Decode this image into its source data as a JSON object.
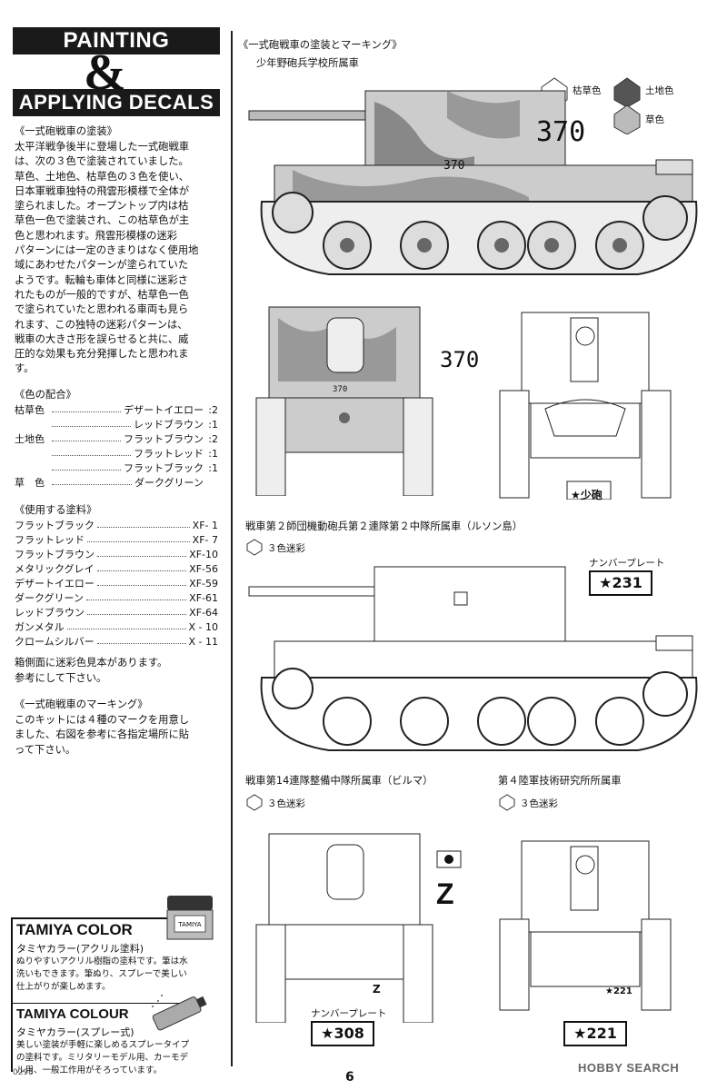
{
  "header": {
    "line1": "PAINTING",
    "amp": "&",
    "line2": "APPLYING DECALS"
  },
  "painting": {
    "heading": "《一式砲戦車の塗装》",
    "lines": [
      "太平洋戦争後半に登場した一式砲戦車",
      "は、次の３色で塗装されていました。",
      "草色、土地色、枯草色の３色を使い、",
      "日本軍戦車独特の飛雲形模様で全体が",
      "塗られました。オープントップ内は枯",
      "草色一色で塗装され、この枯草色が主",
      "色と思われます。飛雲形模様の迷彩",
      "パターンには一定のきまりはなく使用地",
      "域にあわせたパターンが塗られていた",
      "ようです。転輪も車体と同様に迷彩さ",
      "れたものが一般的ですが、枯草色一色",
      "で塗られていたと思われる車両も見ら",
      "れます、この独特の迷彩パターンは、",
      "戦車の大きさ形を誤らせると共に、威",
      "圧的な効果も充分発揮したと思われま",
      "す。"
    ]
  },
  "mix": {
    "heading": "《色の配合》",
    "rows": [
      {
        "name": "枯草色",
        "paint": "デザートイエロー",
        "ratio": ":2"
      },
      {
        "name": "",
        "paint": "レッドブラウン",
        "ratio": ":1"
      },
      {
        "name": "土地色",
        "paint": "フラットブラウン",
        "ratio": ":2"
      },
      {
        "name": "",
        "paint": "フラットレッド",
        "ratio": ":1"
      },
      {
        "name": "",
        "paint": "フラットブラック",
        "ratio": ":1"
      },
      {
        "name": "草　色",
        "paint": "ダークグリーン",
        "ratio": ""
      }
    ]
  },
  "paints": {
    "heading": "《使用する塗料》",
    "rows": [
      {
        "name": "フラットブラック",
        "code": "XF- 1"
      },
      {
        "name": "フラットレッド",
        "code": "XF- 7"
      },
      {
        "name": "フラットブラウン",
        "code": "XF-10"
      },
      {
        "name": "メタリックグレイ",
        "code": "XF-56"
      },
      {
        "name": "デザートイエロー",
        "code": "XF-59"
      },
      {
        "name": "ダークグリーン",
        "code": "XF-61"
      },
      {
        "name": "レッドブラウン",
        "code": "XF-64"
      },
      {
        "name": "ガンメタル",
        "code": "X - 10"
      },
      {
        "name": "クロームシルバー",
        "code": "X - 11"
      }
    ],
    "note1": "箱側面に迷彩色見本があります。",
    "note2": "参考にして下さい。"
  },
  "marking": {
    "heading": "《一式砲戦車のマーキング》",
    "lines": [
      "このキットには４種のマークを用意し",
      "ました、右図を参考に各指定場所に貼",
      "って下さい。"
    ]
  },
  "ad": {
    "title1": "TAMIYA COLOR",
    "sub1": "タミヤカラー(アクリル塗料)",
    "desc1": [
      "ぬりやすいアクリル樹脂の塗料です。筆は水",
      "洗いもできます。筆ぬり、スプレーで美しい",
      "仕上がりが楽しめます。"
    ],
    "title2": "TAMIYA COLOUR",
    "sub2": "タミヤカラー(スプレー式)",
    "desc2": [
      "美しい塗装が手軽に楽しめるスプレータイプ",
      "の塗料です。ミリタリーモデル用、カーモデ",
      "ル用、一般工作用がそろっています。"
    ]
  },
  "panel": {
    "title": "《一式砲戦車の塗装とマーキング》",
    "v1": {
      "title": "少年野砲兵学校所属車",
      "legend": [
        "枯草色",
        "土地色",
        "草色"
      ],
      "num_big": "370",
      "num_small": "370",
      "front_num": "370",
      "front_small": "370",
      "rear_plate": "★少砲"
    },
    "v2": {
      "title": "戦車第２師団機動砲兵第２連隊第２中隊所属車（ルソン島）",
      "legend": "３色迷彩",
      "plate_label": "ナンバープレート",
      "plate": "★231"
    },
    "v3": {
      "title": "戦車第14連隊整備中隊所属車（ビルマ）",
      "legend": "３色迷彩",
      "letter_big": "Z",
      "letter_small": "Z",
      "plate_label": "ナンバープレート",
      "plate": "★308"
    },
    "v4": {
      "title": "第４陸軍技術研究所所属車",
      "legend": "３色迷彩",
      "plate": "★221",
      "plate_small": "★221"
    }
  },
  "footer": {
    "page": "6",
    "code": "0293",
    "watermark": "HOBBY SEARCH"
  }
}
